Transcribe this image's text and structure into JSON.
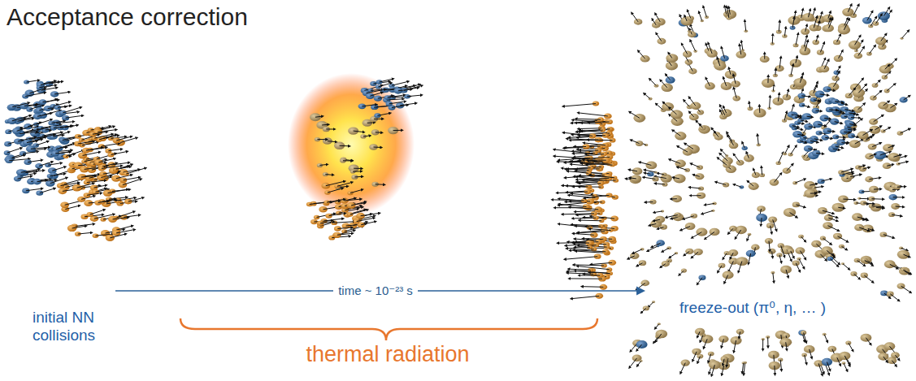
{
  "diagram": {
    "title": "Acceptance correction",
    "labels": [
      "time ~ 10⁻²³ s",
      "initial NN collisions",
      "thermal radiation",
      "freeze-out (π⁰, η, … )"
    ]
  }
}
